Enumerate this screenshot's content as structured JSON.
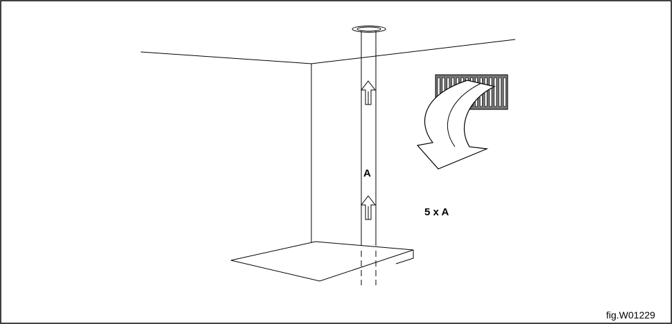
{
  "labels": {
    "pipe_label": "A",
    "vent_label": "5 x A"
  },
  "figure_id": "fig.W01229",
  "colors": {
    "line": "#000000",
    "vent_fill": "#777777",
    "background": "#ffffff"
  }
}
